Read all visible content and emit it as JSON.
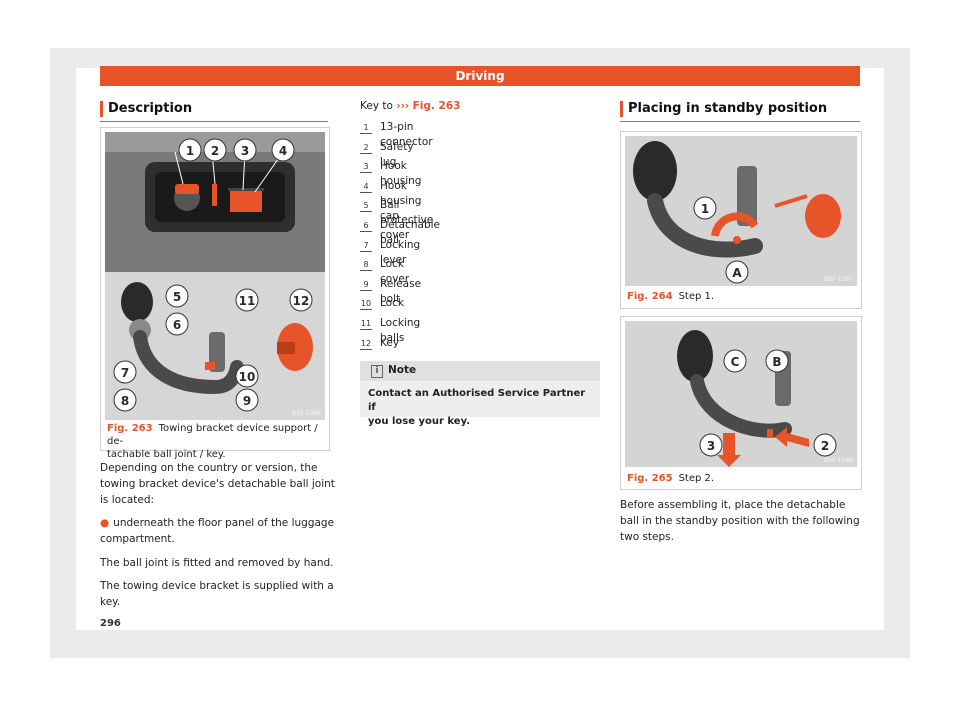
{
  "header": {
    "section": "Driving"
  },
  "page_number": "296",
  "description": {
    "title": "Description",
    "figure": {
      "number": "Fig. 263",
      "caption_line1": "Towing bracket device support / de-",
      "caption_line2": "tachable ball joint / key.",
      "code": "B5F-1086",
      "callouts": [
        "1",
        "2",
        "3",
        "4",
        "5",
        "6",
        "7",
        "8",
        "9",
        "10",
        "11",
        "12"
      ]
    },
    "paragraph1_line1": "Depending on the country or version, the",
    "paragraph1_line2": "towing bracket device's detachable ball joint",
    "paragraph1_line3": "is located:",
    "bullet_line1": "underneath the floor panel of the luggage",
    "bullet_line2": "compartment.",
    "paragraph2": "The ball joint is fitted and removed by hand.",
    "paragraph3_line1": "The towing device bracket is supplied with a",
    "paragraph3_line2": "key."
  },
  "key": {
    "prefix": "Key to",
    "arrows": "›››",
    "ref": "Fig. 263",
    "items": [
      {
        "num": "1",
        "label": "13-pin connector"
      },
      {
        "num": "2",
        "label": "Safety lug"
      },
      {
        "num": "3",
        "label": "Hook housing"
      },
      {
        "num": "4",
        "label": "Hook housing cap"
      },
      {
        "num": "5",
        "label": "Ball protective cover"
      },
      {
        "num": "6",
        "label": "Detachable ball"
      },
      {
        "num": "7",
        "label": "Locking lever"
      },
      {
        "num": "8",
        "label": "Lock cover"
      },
      {
        "num": "9",
        "label": "Release bolt"
      },
      {
        "num": "10",
        "label": "Lock"
      },
      {
        "num": "11",
        "label": "Locking balls"
      },
      {
        "num": "12",
        "label": "Key"
      }
    ]
  },
  "note": {
    "icon": "i",
    "title": "Note",
    "text_line1": "Contact an Authorised Service Partner if",
    "text_line2": "you lose your key."
  },
  "standby": {
    "title": "Placing in standby position",
    "fig264": {
      "number": "Fig. 264",
      "caption": "Step 1.",
      "code": "B5F-1087",
      "callouts": [
        "1",
        "A"
      ]
    },
    "fig265": {
      "number": "Fig. 265",
      "caption": "Step 2.",
      "code": "B5F-1088",
      "callouts": [
        "C",
        "B",
        "3",
        "2"
      ]
    },
    "paragraph_line1": "Before assembling it, place the detachable",
    "paragraph_line2": "ball in the standby position with the following",
    "paragraph_line3": "two steps."
  },
  "colors": {
    "accent": "#e8542a",
    "sheet": "#ebebeb"
  }
}
